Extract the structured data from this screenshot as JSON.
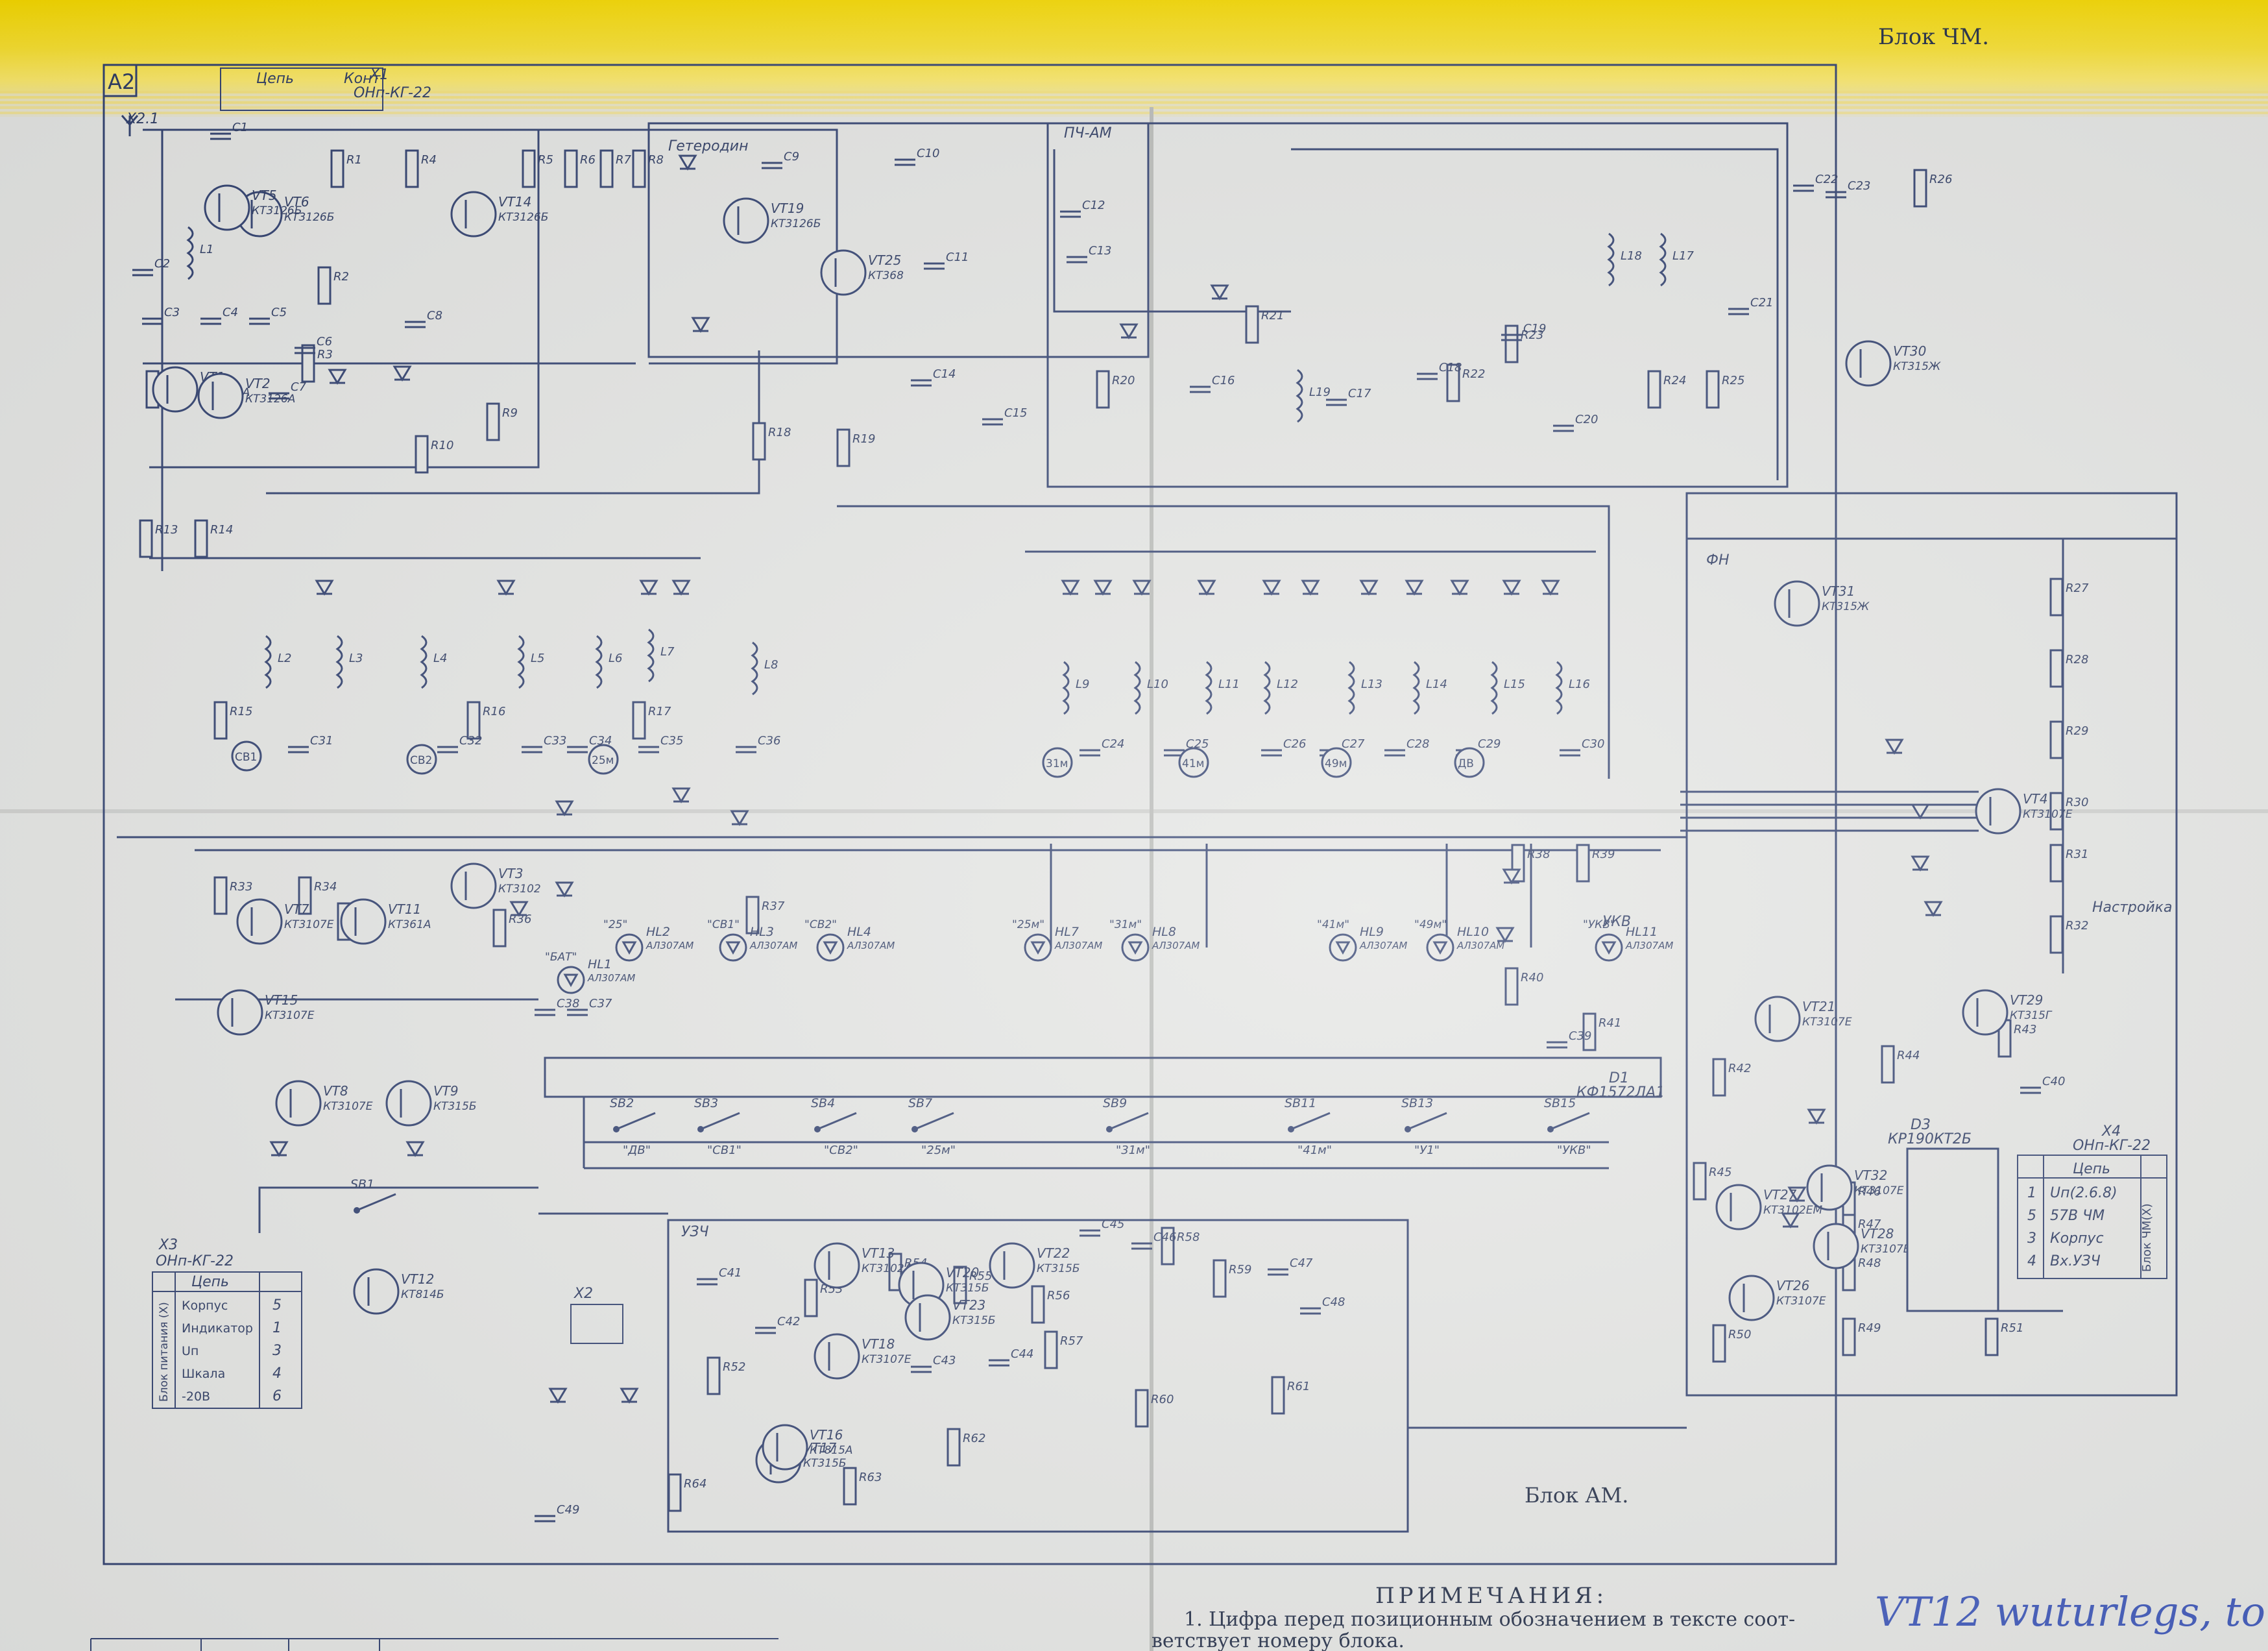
{
  "title_top_right": "Блок ЧМ.",
  "corner_label": "А2",
  "connectors": {
    "x1_label": "X1",
    "x1_part": "ОНп-КГ-22",
    "x1_table_header": [
      "Цепь",
      "Конт"
    ],
    "x21_label": "X2.1",
    "x2_label": "X2",
    "x3_label": "X3",
    "x3_part": "ОНп-КГ-22",
    "x3_table": {
      "header": "Цепь",
      "rows": [
        {
          "name": "Корпус",
          "pin": "5"
        },
        {
          "name": "Индикатор",
          "pin": "1"
        },
        {
          "name": "Uп",
          "pin": "3"
        },
        {
          "name": "Шкала",
          "pin": "4"
        },
        {
          "name": "-20В",
          "pin": "6"
        }
      ],
      "side_label": "Блок питания (X)"
    },
    "x4_label": "X4",
    "x4_part": "ОНп-КГ-22",
    "x4_table": {
      "header": "Цепь",
      "rows": [
        {
          "name": "Uп(2.6.8)",
          "pin": "1"
        },
        {
          "name": "57В ЧМ",
          "pin": "5"
        },
        {
          "name": "Корпус",
          "pin": "3"
        },
        {
          "name": "Вх.УЗЧ",
          "pin": "4"
        }
      ],
      "side_label": "Блок ЧМ(X)"
    }
  },
  "blocks": {
    "heterodyne": "Гетеродин",
    "fm_am": "ПЧ-АМ",
    "umzch": "УЗЧ",
    "ukv": "УКВ",
    "fm_indicator": "ФН",
    "tuning": "Настройка",
    "am_block": "Блок АМ."
  },
  "transistors": [
    {
      "ref": "VT6",
      "part": "КТ3126Б"
    },
    {
      "ref": "VT1",
      "part": "КТ3126А"
    },
    {
      "ref": "VT2",
      "part": "КТ3126А"
    },
    {
      "ref": "VT5",
      "part": "КТ3126Б"
    },
    {
      "ref": "VT14",
      "part": "КТ3126Б"
    },
    {
      "ref": "VT19",
      "part": "КТ3126Б"
    },
    {
      "ref": "VT25",
      "part": "КТ368"
    },
    {
      "ref": "VT30",
      "part": "КТ315Ж"
    },
    {
      "ref": "VT31",
      "part": "КТ315Ж"
    },
    {
      "ref": "VT4",
      "part": "КТ3107Е"
    },
    {
      "ref": "VT7",
      "part": "КТ3107Е"
    },
    {
      "ref": "VT11",
      "part": "КТ361А"
    },
    {
      "ref": "VT3",
      "part": "КТ3102"
    },
    {
      "ref": "VT15",
      "part": "КТ3107Е"
    },
    {
      "ref": "VT8",
      "part": "КТ3107Е"
    },
    {
      "ref": "VT9",
      "part": "КТ315Б"
    },
    {
      "ref": "VT12",
      "part": "КТ814Б"
    },
    {
      "ref": "VT13",
      "part": "КТ3102АМ"
    },
    {
      "ref": "VT17",
      "part": "КТ315Б"
    },
    {
      "ref": "VT20",
      "part": "КТ315Б"
    },
    {
      "ref": "VT22",
      "part": "КТ315Б"
    },
    {
      "ref": "VT23",
      "part": "КТ315Б"
    },
    {
      "ref": "VT16",
      "part": "КТ815А"
    },
    {
      "ref": "VT18",
      "part": "КТ3107Е"
    },
    {
      "ref": "VT21",
      "part": "КТ3107Е"
    },
    {
      "ref": "VT29",
      "part": "КТ315Г"
    },
    {
      "ref": "VT32",
      "part": "КТ3107Е"
    },
    {
      "ref": "VT26",
      "part": "КТ3107Е"
    },
    {
      "ref": "VT27",
      "part": "КТ3102ЕМ"
    },
    {
      "ref": "VT28",
      "part": "КТ3107Е"
    }
  ],
  "ic": [
    {
      "ref": "D1",
      "part": "КФ1572ЛА1"
    },
    {
      "ref": "D3",
      "part": "КР190КТ2Б"
    }
  ],
  "leds": [
    {
      "ref": "HL2",
      "part": "АЛ307АМ",
      "band": "\"25\""
    },
    {
      "ref": "HL3",
      "part": "АЛ307АМ",
      "band": "\"СВ1\""
    },
    {
      "ref": "HL4",
      "part": "АЛ307АМ",
      "band": "\"СВ2\""
    },
    {
      "ref": "HL7",
      "part": "АЛ307АМ",
      "band": "\"25м\""
    },
    {
      "ref": "HL8",
      "part": "АЛ307АМ",
      "band": "\"31м\""
    },
    {
      "ref": "HL9",
      "part": "АЛ307АМ",
      "band": "\"41м\""
    },
    {
      "ref": "HL10",
      "part": "АЛ307АМ",
      "band": "\"49м\""
    },
    {
      "ref": "HL11",
      "part": "АЛ307АМ",
      "band": "\"УКВ\""
    },
    {
      "ref": "HL1",
      "part": "АЛ307АМ",
      "band": "\"БАТ\""
    }
  ],
  "band_circles": [
    "СВ1",
    "СВ2",
    "25м",
    "31м",
    "41м",
    "49м",
    "ДВ"
  ],
  "switches": [
    {
      "ref": "SB2",
      "label": "\"ДВ\""
    },
    {
      "ref": "SB3",
      "label": "\"СВ1\""
    },
    {
      "ref": "SB4",
      "label": "\"СВ2\""
    },
    {
      "ref": "SB7",
      "label": "\"25м\""
    },
    {
      "ref": "SB9",
      "label": "\"31м\""
    },
    {
      "ref": "SB11",
      "label": "\"41м\""
    },
    {
      "ref": "SB13",
      "label": "\"У1\""
    },
    {
      "ref": "SB15",
      "label": "\"УКВ\""
    },
    {
      "ref": "SB1",
      "label": ""
    }
  ],
  "notes": {
    "heading": "ПРИМЕЧАНИЯ:",
    "line1": "1. Цифра перед позиционным обозначением в тексте соот-",
    "line2": "ветствует номеру блока."
  },
  "handwriting": "VT12 wuturlegs, to",
  "colors": {
    "ink": "#2f3f6e",
    "paper": "#e4e5e3",
    "tape": "#f6d900",
    "pen": "#3b55b8"
  }
}
